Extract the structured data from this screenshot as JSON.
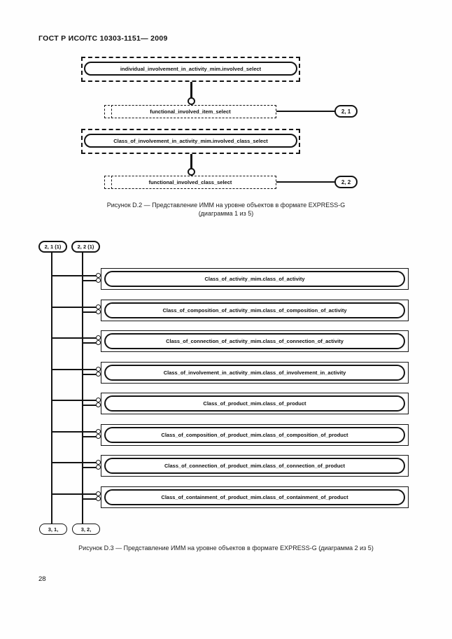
{
  "header": {
    "title": "ГОСТ Р ИСО/ТС 10303-1151— 2009"
  },
  "footer": {
    "page_number": "28"
  },
  "figure_d2": {
    "caption_line1": "Рисунок D.2 — Представление ИММ на уровне объектов в формате EXPRESS-G",
    "caption_line2": "(диаграмма 1 из 5)",
    "groups": [
      {
        "type_ref": "individual_involvement_in_activity_mim.involved_select",
        "select_name": "functional_involved_item_select",
        "page_ref": "2, 1"
      },
      {
        "type_ref": "Class_of_involvement_in_activity_mim.involved_class_select",
        "select_name": "functional_involved_class_select",
        "page_ref": "2, 2"
      }
    ]
  },
  "figure_d3": {
    "caption": "Рисунок D.3 — Представление ИММ на уровне объектов в формате EXPRESS-G  (диаграмма 2 из 5)",
    "top_page_refs": [
      "2, 1 (1)",
      "2, 2 (1)"
    ],
    "bottom_page_refs": [
      "3, 1,",
      "3, 2,"
    ],
    "entities": [
      "Class_of_activity_mim.class_of_activity",
      "Class_of_composition_of_activity_mim.class_of_composition_of_activity",
      "Class_of_connection_of_activity_mim.class_of_connection_of_activity",
      "Class_of_involvement_in_activity_mim.class_of_involvement_in_activity",
      "Class_of_product_mim.class_of_product",
      "Class_of_composition_of_product_mim.class_of_composition_of_product",
      "Class_of_connection_of_product_mim.class_of_connection_of_product",
      "Class_of_containment_of_product_mim.class_of_containment_of_product"
    ]
  }
}
